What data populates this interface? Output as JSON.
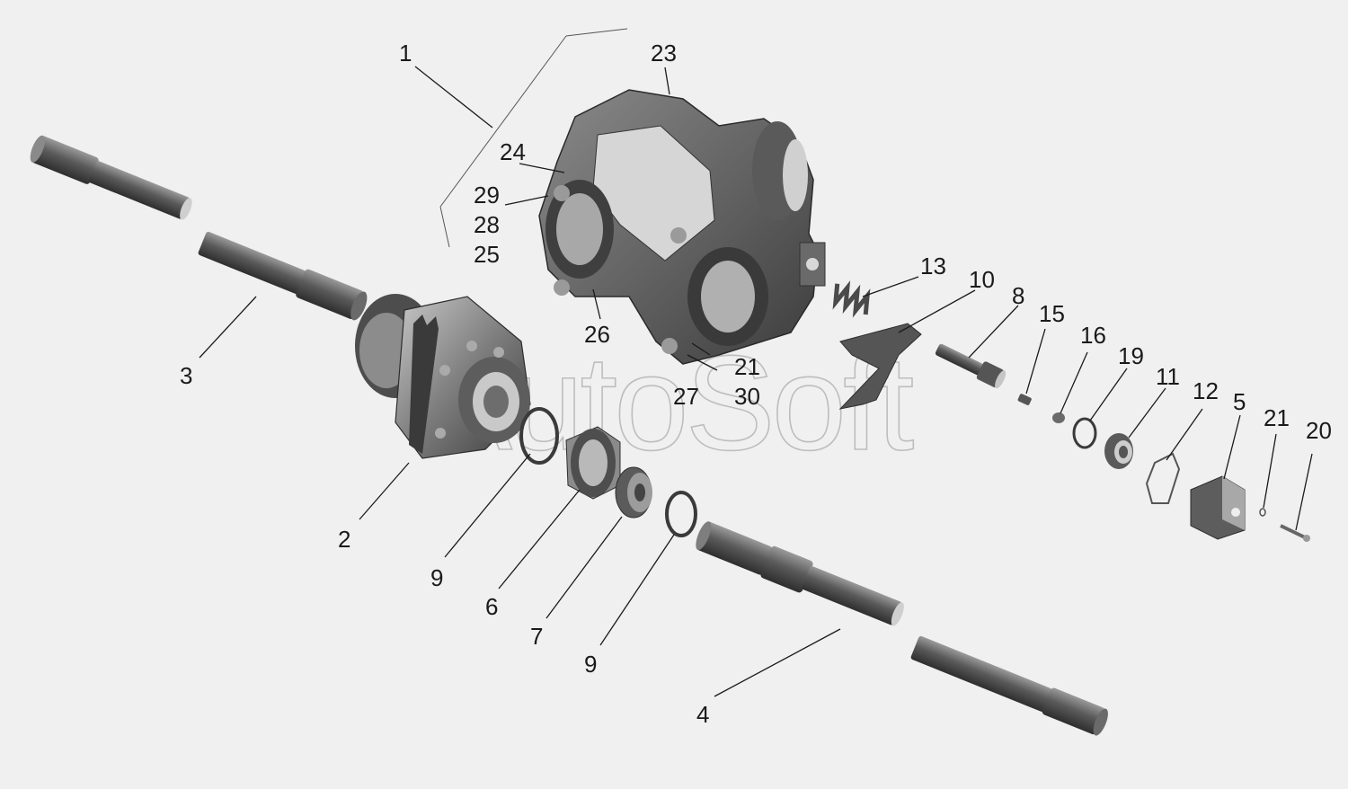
{
  "watermark": "AutoSoft",
  "callouts": {
    "c1": "1",
    "c2": "2",
    "c3": "3",
    "c4": "4",
    "c5": "5",
    "c6": "6",
    "c7": "7",
    "c8": "8",
    "c9a": "9",
    "c9b": "9",
    "c10": "10",
    "c11": "11",
    "c12": "12",
    "c13": "13",
    "c15": "15",
    "c16": "16",
    "c19": "19",
    "c20": "20",
    "c21a": "21",
    "c21b": "21",
    "c23": "23",
    "c24": "24",
    "c25": "25",
    "c26": "26",
    "c27": "27",
    "c28": "28",
    "c29": "29",
    "c30": "30"
  },
  "colors": {
    "background": "#f0f0f0",
    "part_dark": "#4a4a4a",
    "part_mid": "#7a7a7a",
    "part_light": "#b5b5b5",
    "line": "#1a1a1a"
  }
}
